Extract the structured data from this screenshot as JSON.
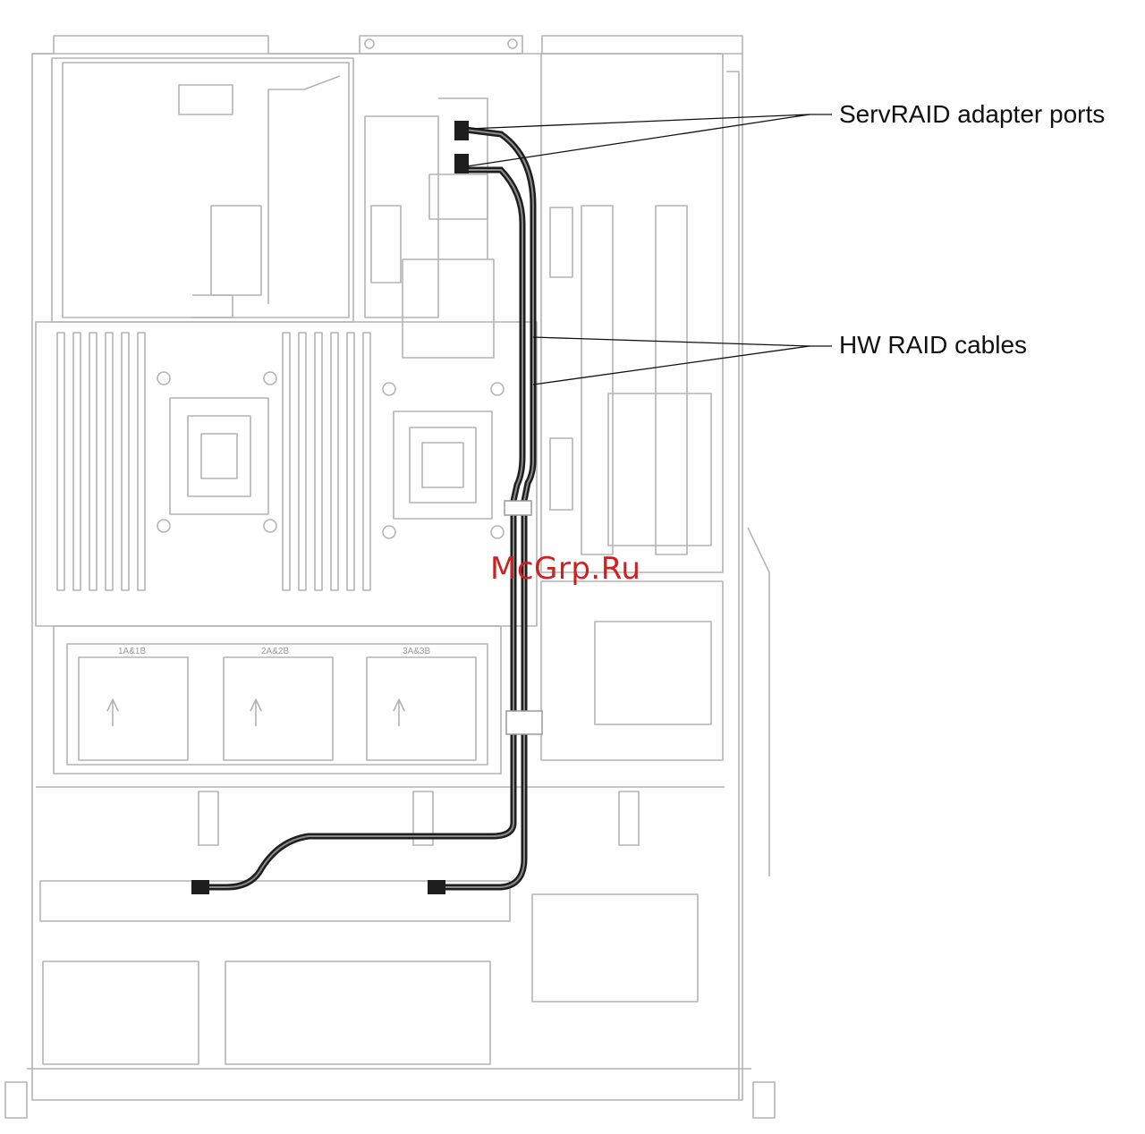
{
  "callouts": {
    "servraid_ports": "ServRAID adapter ports",
    "hw_raid_cables": "HW RAID cables"
  },
  "fan_labels": [
    "1A&1B",
    "2A&2B",
    "3A&3B"
  ],
  "watermark": "McGrp.Ru",
  "colors": {
    "outline": "#b4b4b4",
    "cable": "#1e1e1e",
    "cable_inner": "#8a8a8a",
    "watermark": "#cf1f1f"
  }
}
